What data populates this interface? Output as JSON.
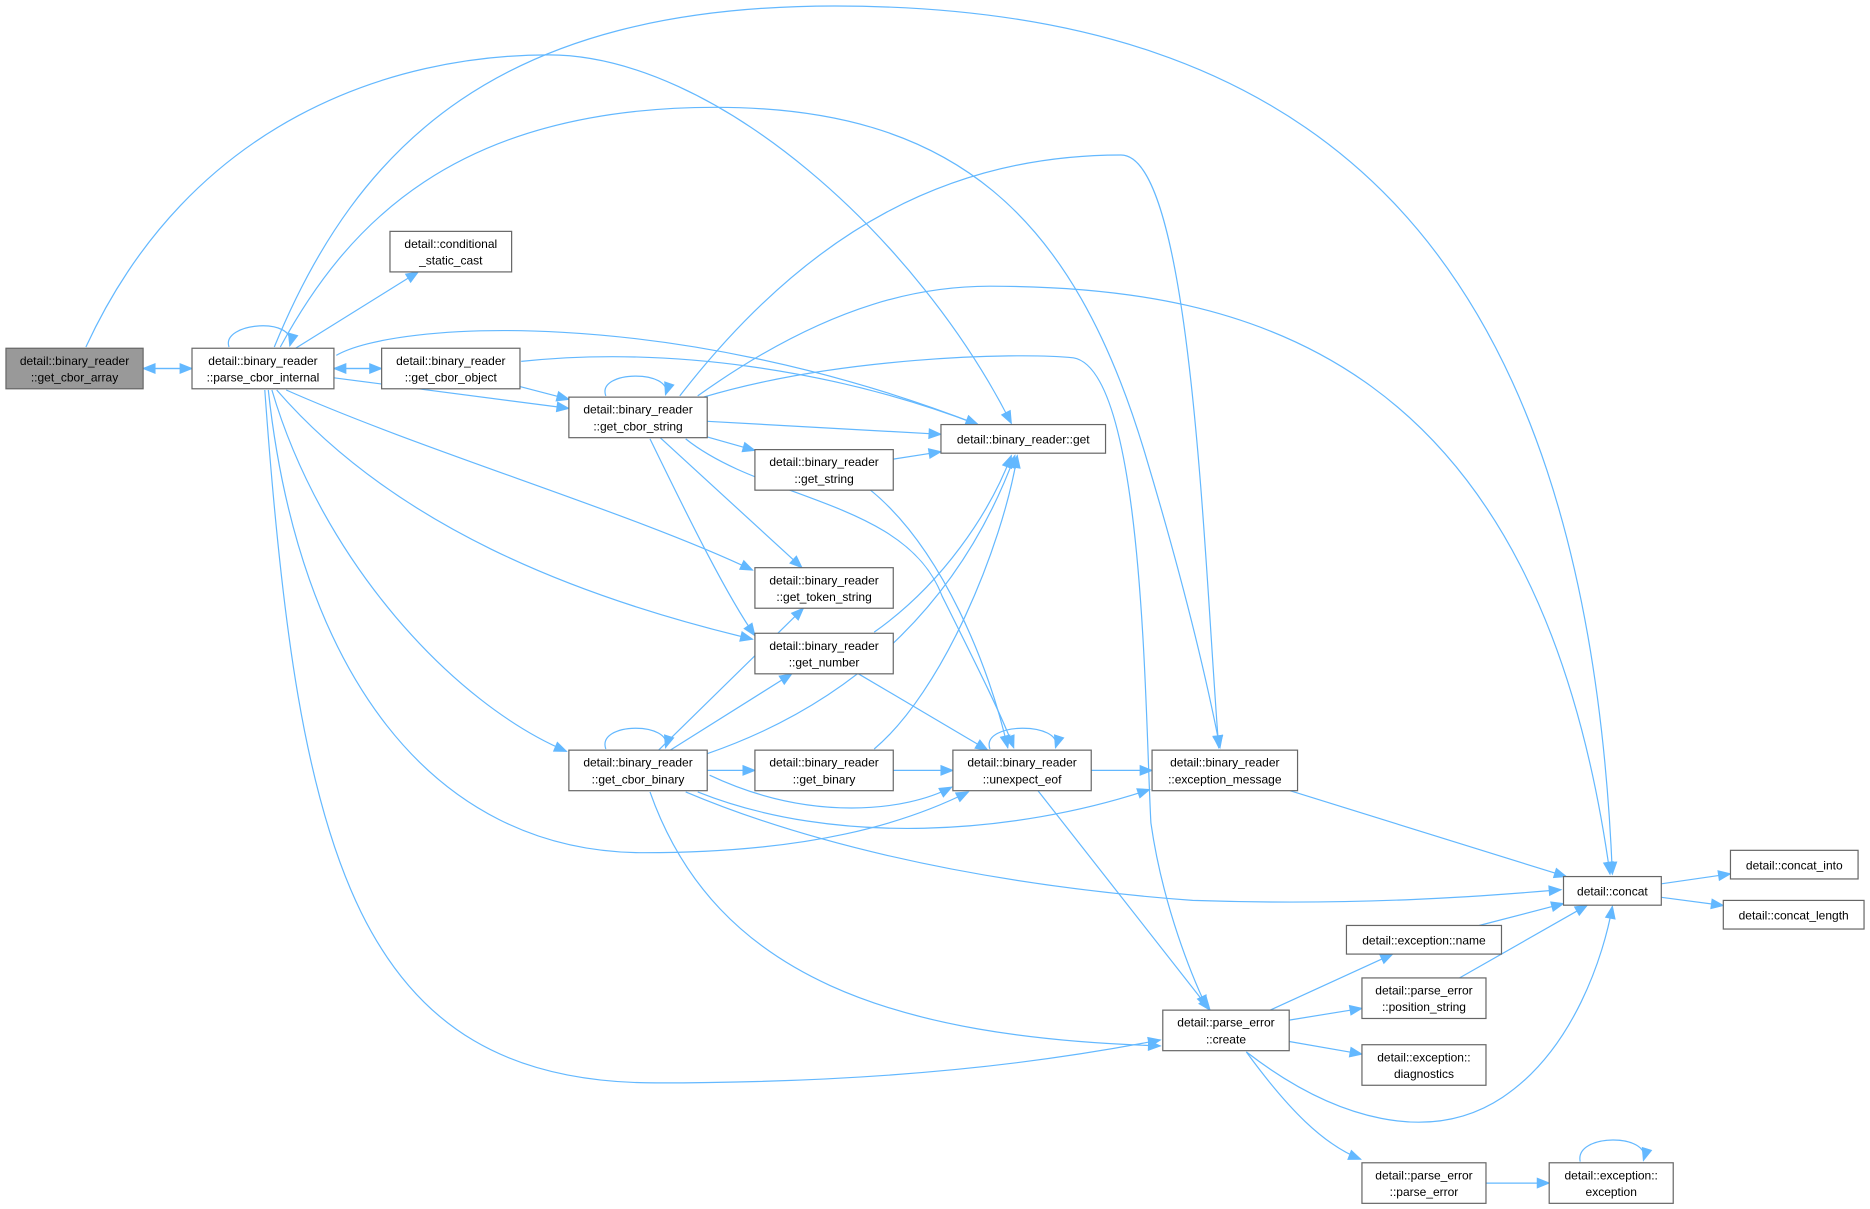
{
  "graph": {
    "title": "",
    "node_color": "#ffffff",
    "current_node_color": "#999999",
    "node_border_color": "#666666",
    "edge_color": "#63b8ff",
    "nodes": [
      {
        "id": "get_cbor_array",
        "lines": [
          "detail::binary_reader",
          "::get_cbor_array"
        ],
        "current": true
      },
      {
        "id": "parse_cbor_internal",
        "lines": [
          "detail::binary_reader",
          "::parse_cbor_internal"
        ]
      },
      {
        "id": "conditional_static_cast",
        "lines": [
          "detail::conditional",
          "_static_cast"
        ]
      },
      {
        "id": "get_cbor_object",
        "lines": [
          "detail::binary_reader",
          "::get_cbor_object"
        ]
      },
      {
        "id": "get_cbor_string",
        "lines": [
          "detail::binary_reader",
          "::get_cbor_string"
        ]
      },
      {
        "id": "get",
        "lines": [
          "detail::binary_reader::get"
        ]
      },
      {
        "id": "get_string",
        "lines": [
          "detail::binary_reader",
          "::get_string"
        ]
      },
      {
        "id": "get_token_string",
        "lines": [
          "detail::binary_reader",
          "::get_token_string"
        ]
      },
      {
        "id": "get_number",
        "lines": [
          "detail::binary_reader",
          "::get_number"
        ]
      },
      {
        "id": "get_cbor_binary",
        "lines": [
          "detail::binary_reader",
          "::get_cbor_binary"
        ]
      },
      {
        "id": "get_binary",
        "lines": [
          "detail::binary_reader",
          "::get_binary"
        ]
      },
      {
        "id": "unexpect_eof",
        "lines": [
          "detail::binary_reader",
          "::unexpect_eof"
        ]
      },
      {
        "id": "exception_message",
        "lines": [
          "detail::binary_reader",
          "::exception_message"
        ]
      },
      {
        "id": "concat",
        "lines": [
          "detail::concat"
        ]
      },
      {
        "id": "concat_into",
        "lines": [
          "detail::concat_into"
        ]
      },
      {
        "id": "concat_length",
        "lines": [
          "detail::concat_length"
        ]
      },
      {
        "id": "exception_name",
        "lines": [
          "detail::exception::name"
        ]
      },
      {
        "id": "position_string",
        "lines": [
          "detail::parse_error",
          "::position_string"
        ]
      },
      {
        "id": "parse_error_create",
        "lines": [
          "detail::parse_error",
          "::create"
        ]
      },
      {
        "id": "diagnostics",
        "lines": [
          "detail::exception::",
          "diagnostics"
        ]
      },
      {
        "id": "parse_error_ctor",
        "lines": [
          "detail::parse_error",
          "::parse_error"
        ]
      },
      {
        "id": "exception_ctor",
        "lines": [
          "detail::exception::",
          "exception"
        ]
      }
    ],
    "edges": [
      [
        "get_cbor_array",
        "parse_cbor_internal"
      ],
      [
        "get_cbor_array",
        "get"
      ],
      [
        "parse_cbor_internal",
        "get_cbor_array"
      ],
      [
        "parse_cbor_internal",
        "parse_cbor_internal"
      ],
      [
        "parse_cbor_internal",
        "concat"
      ],
      [
        "parse_cbor_internal",
        "exception_message"
      ],
      [
        "parse_cbor_internal",
        "conditional_static_cast"
      ],
      [
        "parse_cbor_internal",
        "get"
      ],
      [
        "parse_cbor_internal",
        "get_cbor_object"
      ],
      [
        "parse_cbor_internal",
        "get_cbor_string"
      ],
      [
        "parse_cbor_internal",
        "get_token_string"
      ],
      [
        "parse_cbor_internal",
        "get_number"
      ],
      [
        "parse_cbor_internal",
        "get_cbor_binary"
      ],
      [
        "parse_cbor_internal",
        "unexpect_eof"
      ],
      [
        "parse_cbor_internal",
        "parse_error_create"
      ],
      [
        "get_cbor_object",
        "parse_cbor_internal"
      ],
      [
        "get_cbor_object",
        "get_cbor_string"
      ],
      [
        "get_cbor_object",
        "get"
      ],
      [
        "get_cbor_string",
        "get_cbor_string"
      ],
      [
        "get_cbor_string",
        "get"
      ],
      [
        "get_cbor_string",
        "get_string"
      ],
      [
        "get_cbor_string",
        "get_token_string"
      ],
      [
        "get_cbor_string",
        "get_number"
      ],
      [
        "get_cbor_string",
        "unexpect_eof"
      ],
      [
        "get_cbor_string",
        "exception_message"
      ],
      [
        "get_cbor_string",
        "concat"
      ],
      [
        "get_cbor_string",
        "parse_error_create"
      ],
      [
        "get_string",
        "get"
      ],
      [
        "get_string",
        "unexpect_eof"
      ],
      [
        "get_number",
        "get"
      ],
      [
        "get_number",
        "unexpect_eof"
      ],
      [
        "get_cbor_binary",
        "get_cbor_binary"
      ],
      [
        "get_cbor_binary",
        "get_token_string"
      ],
      [
        "get_cbor_binary",
        "get_number"
      ],
      [
        "get_cbor_binary",
        "get_binary"
      ],
      [
        "get_cbor_binary",
        "get"
      ],
      [
        "get_cbor_binary",
        "unexpect_eof"
      ],
      [
        "get_cbor_binary",
        "exception_message"
      ],
      [
        "get_cbor_binary",
        "concat"
      ],
      [
        "get_cbor_binary",
        "parse_error_create"
      ],
      [
        "get_binary",
        "get"
      ],
      [
        "get_binary",
        "unexpect_eof"
      ],
      [
        "unexpect_eof",
        "unexpect_eof"
      ],
      [
        "unexpect_eof",
        "exception_message"
      ],
      [
        "unexpect_eof",
        "parse_error_create"
      ],
      [
        "exception_message",
        "concat"
      ],
      [
        "concat",
        "concat_into"
      ],
      [
        "concat",
        "concat_length"
      ],
      [
        "parse_error_create",
        "exception_name"
      ],
      [
        "parse_error_create",
        "position_string"
      ],
      [
        "parse_error_create",
        "diagnostics"
      ],
      [
        "parse_error_create",
        "concat"
      ],
      [
        "parse_error_create",
        "parse_error_ctor"
      ],
      [
        "exception_name",
        "concat"
      ],
      [
        "position_string",
        "concat"
      ],
      [
        "parse_error_ctor",
        "exception_ctor"
      ],
      [
        "exception_ctor",
        "exception_ctor"
      ]
    ]
  }
}
